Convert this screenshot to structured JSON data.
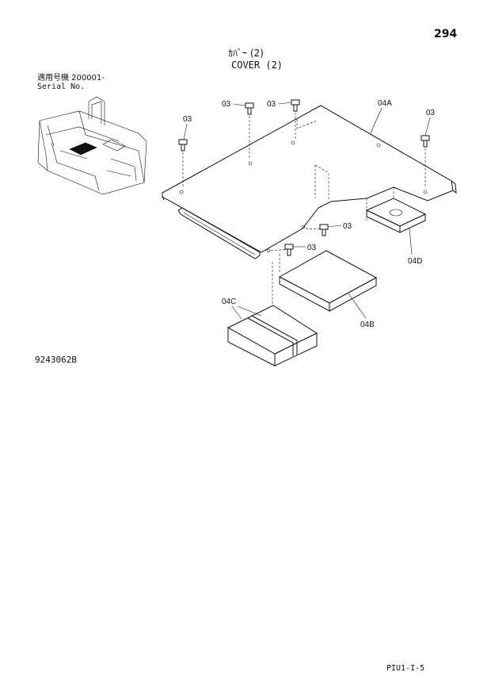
{
  "header": {
    "page_number": "294",
    "title_jp": "ｶﾊﾞｰ (2)",
    "title_en": "COVER (2)"
  },
  "serial": {
    "label_jp": "適用号機 200001-",
    "label_en": "Serial No."
  },
  "callouts": {
    "c03": "03",
    "c04A": "04A",
    "c04B": "04B",
    "c04C": "04C",
    "c04D": "04D"
  },
  "footer": {
    "drawing_number": "9243062B",
    "page_ref": "PIU1-I-5"
  }
}
